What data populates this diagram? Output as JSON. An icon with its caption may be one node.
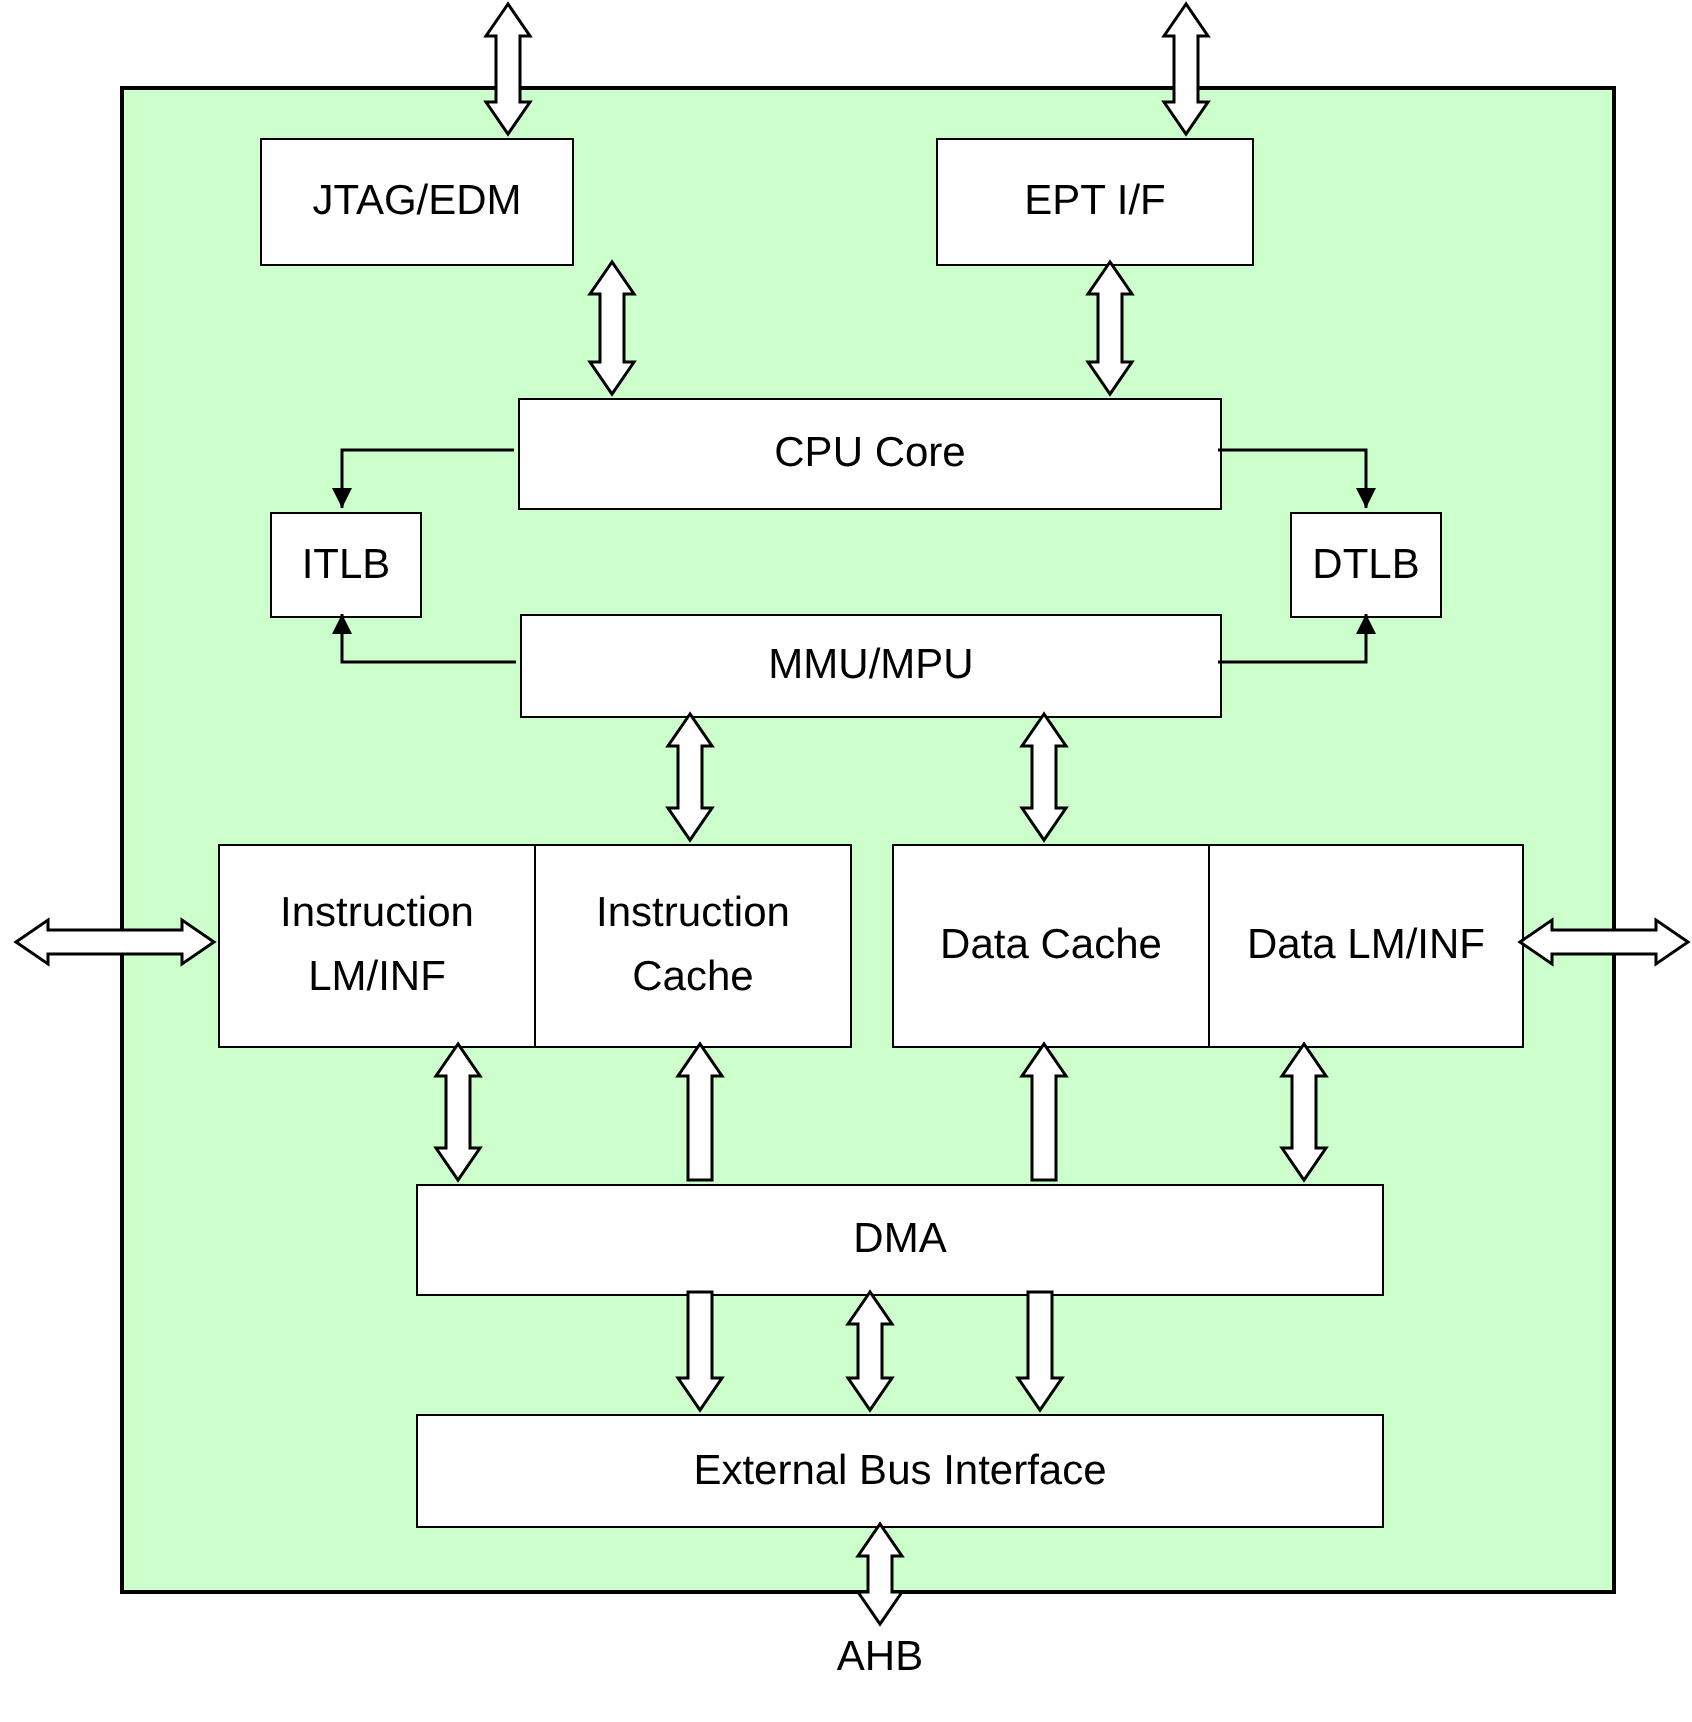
{
  "diagram": {
    "nodes": [
      {
        "text": [],
        "shape": "box"
      },
      {
        "text": [
          "JTAG/EDM"
        ],
        "in": 0
      },
      {
        "text": [
          "EPT I/F"
        ],
        "in": 0
      },
      {
        "text": [
          "CPU Core"
        ],
        "in": 0
      },
      {
        "text": [
          "ITLB"
        ],
        "in": 0
      },
      {
        "text": [
          "DTLB"
        ],
        "in": 0
      },
      {
        "text": [
          "MMU/MPU"
        ],
        "in": 0
      },
      {
        "text": [
          "Instruction LM/INF"
        ],
        "in": 0
      },
      {
        "text": [
          "Instruction Cache"
        ],
        "in": 0
      },
      {
        "text": [
          "Data Cache"
        ],
        "in": 0
      },
      {
        "text": [
          "Data LM/INF"
        ],
        "in": 0
      },
      {
        "text": [
          "DMA"
        ],
        "in": 0
      },
      {
        "text": [
          "External Bus Interface"
        ],
        "in": 0
      },
      {
        "text": [
          "AHB"
        ]
      }
    ],
    "edges": [
      {
        "from": null,
        "to": 1,
        "arrow": "both",
        "style": "thick"
      },
      {
        "from": null,
        "to": 2,
        "arrow": "both",
        "style": "thick"
      },
      {
        "from": 1,
        "to": 3,
        "arrow": "both",
        "style": "thick"
      },
      {
        "from": 2,
        "to": 3,
        "arrow": "both",
        "style": "thick"
      },
      {
        "from": 3,
        "to": 4,
        "arrow": "to"
      },
      {
        "from": 3,
        "to": 5,
        "arrow": "to"
      },
      {
        "from": 6,
        "to": 4,
        "arrow": "to"
      },
      {
        "from": 6,
        "to": 5,
        "arrow": "to"
      },
      {
        "from": 6,
        "to": 8,
        "arrow": "both",
        "style": "thick"
      },
      {
        "from": 6,
        "to": 9,
        "arrow": "both",
        "style": "thick"
      },
      {
        "from": null,
        "to": 7,
        "arrow": "both",
        "style": "thick"
      },
      {
        "from": null,
        "to": 10,
        "arrow": "both",
        "style": "thick"
      },
      {
        "from": 7,
        "to": 11,
        "arrow": "both",
        "style": "thick"
      },
      {
        "from": 11,
        "to": 8,
        "arrow": "to",
        "style": "thick"
      },
      {
        "from": 11,
        "to": 9,
        "arrow": "to",
        "style": "thick"
      },
      {
        "from": 10,
        "to": 11,
        "arrow": "both",
        "style": "thick"
      },
      {
        "from": 11,
        "to": 12,
        "arrow": "to",
        "style": "thick"
      },
      {
        "from": 11,
        "to": 12,
        "arrow": "both",
        "style": "thick"
      },
      {
        "from": 11,
        "to": 12,
        "arrow": "to",
        "style": "thick"
      },
      {
        "from": 12,
        "to": 13,
        "arrow": "both",
        "style": "thick"
      }
    ]
  }
}
